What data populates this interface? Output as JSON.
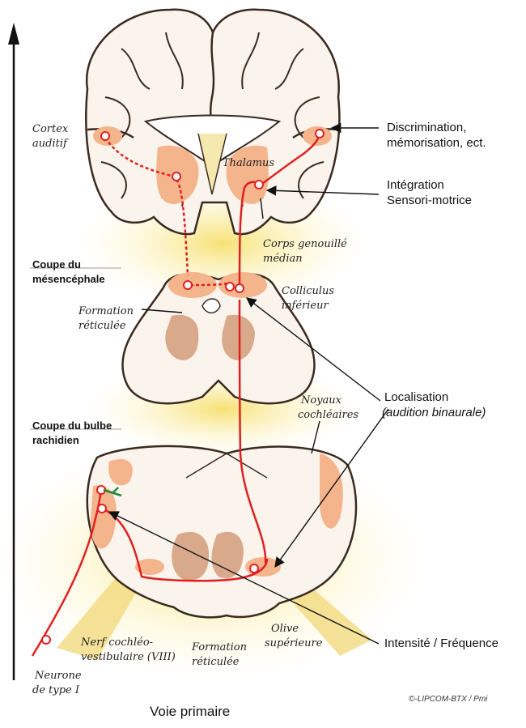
{
  "diagram": {
    "caption": "Voie primaire",
    "copyright": "©-LIPCOM-BTX / Pmi",
    "sections": {
      "mesencephale": [
        "Coupe du",
        "mésencéphale"
      ],
      "bulbe": [
        "Coupe du bulbe",
        "rachidien"
      ]
    },
    "structures": {
      "cortex_auditif": [
        "Cortex",
        "auditif"
      ],
      "thalamus": "Thalamus",
      "corps_genouille": [
        "Corps genouillé",
        "médian"
      ],
      "formation_reticulee_top": [
        "Formation",
        "réticulée"
      ],
      "colliculus": [
        "Colliculus",
        "inférieur"
      ],
      "noyaux_cochleaires": [
        "Noyaux",
        "cochléaires"
      ],
      "nerf": [
        "Nerf cochléo-",
        "vestibulaire (VIII)"
      ],
      "formation_reticulee_bottom": [
        "Formation",
        "réticulée"
      ],
      "olive": [
        "Olive",
        "supérieure"
      ],
      "neurone": [
        "Neurone",
        "de type I"
      ]
    },
    "functions": {
      "discrimination": [
        "Discrimination,",
        "mémorisation, ect."
      ],
      "integration": [
        "Intégration",
        "Sensori-motrice"
      ],
      "localisation": "Localisation",
      "localisation_sub": "(audition binaurale)",
      "intensite": "Intensité / Fréquence"
    },
    "colors": {
      "pathway": "#e02020",
      "nucleus": "#f4b48c",
      "reticular": "#d9a98c",
      "tissue": "#faf4ec",
      "glow": "#f7e27a",
      "outline": "#3a2a20"
    }
  }
}
